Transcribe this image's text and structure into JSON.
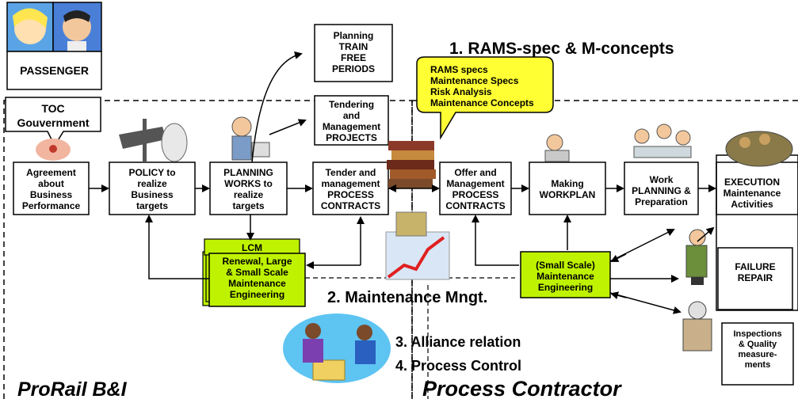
{
  "passenger": {
    "label": "PASSENGER"
  },
  "toc": {
    "lines": [
      "TOC",
      "Gouvernment"
    ]
  },
  "headings": {
    "rams": "1.  RAMS-spec & M-concepts",
    "maint_mngt": "2. Maintenance Mngt.",
    "alliance": "3. Alliance relation",
    "process_control": "4. Process Control"
  },
  "callout": {
    "lines": [
      "RAMS specs",
      "Maintenance Specs",
      "Risk Analysis",
      "Maintenance Concepts"
    ]
  },
  "nodes": {
    "planning_train": [
      "Planning",
      "TRAIN",
      "FREE",
      "PERIODS"
    ],
    "tendering": [
      "Tendering",
      "and",
      "Management",
      "PROJECTS"
    ],
    "agreement": [
      "Agreement",
      "about",
      "Business",
      "Performance"
    ],
    "policy": [
      "POLICY to",
      "realize",
      "Business",
      "targets"
    ],
    "planning_works": [
      "PLANNING",
      "WORKS to",
      "realize",
      "targets"
    ],
    "tender_mgmt": [
      "Tender and",
      "management",
      "PROCESS",
      "CONTRACTS"
    ],
    "offer_mgmt": [
      "Offer and",
      "Management",
      "PROCESS",
      "CONTRACTS"
    ],
    "workplan": [
      "Making",
      "WORKPLAN"
    ],
    "work_planning": [
      "Work",
      "PLANNING &",
      "Preparation"
    ],
    "execution": [
      "EXECUTION",
      "Maintenance",
      "Activities"
    ],
    "lcm": [
      "LCM"
    ],
    "renewal": [
      "Renewal, Large",
      "& Small Scale",
      "Maintenance",
      "Engineering"
    ],
    "small_scale": [
      "(Small Scale)",
      "Maintenance",
      "Engineering"
    ],
    "failure": [
      "FAILURE",
      "REPAIR"
    ],
    "inspections": [
      "Inspections",
      "& Quality",
      "measure-",
      "ments"
    ]
  },
  "regions": {
    "left": "ProRail B&I",
    "right": "Process Contractor"
  },
  "colors": {
    "lime": "#bff200",
    "yellow": "#ffff33",
    "arrow": "#000000"
  },
  "icons": [
    "passenger-comic-faces",
    "toc-figure",
    "signpost-figures",
    "planner-figure",
    "books-stack",
    "growth-chart-collage",
    "meeting-figures",
    "planning-team",
    "execution-workers",
    "handshake-figures",
    "repair-worker",
    "inspector-figure"
  ]
}
